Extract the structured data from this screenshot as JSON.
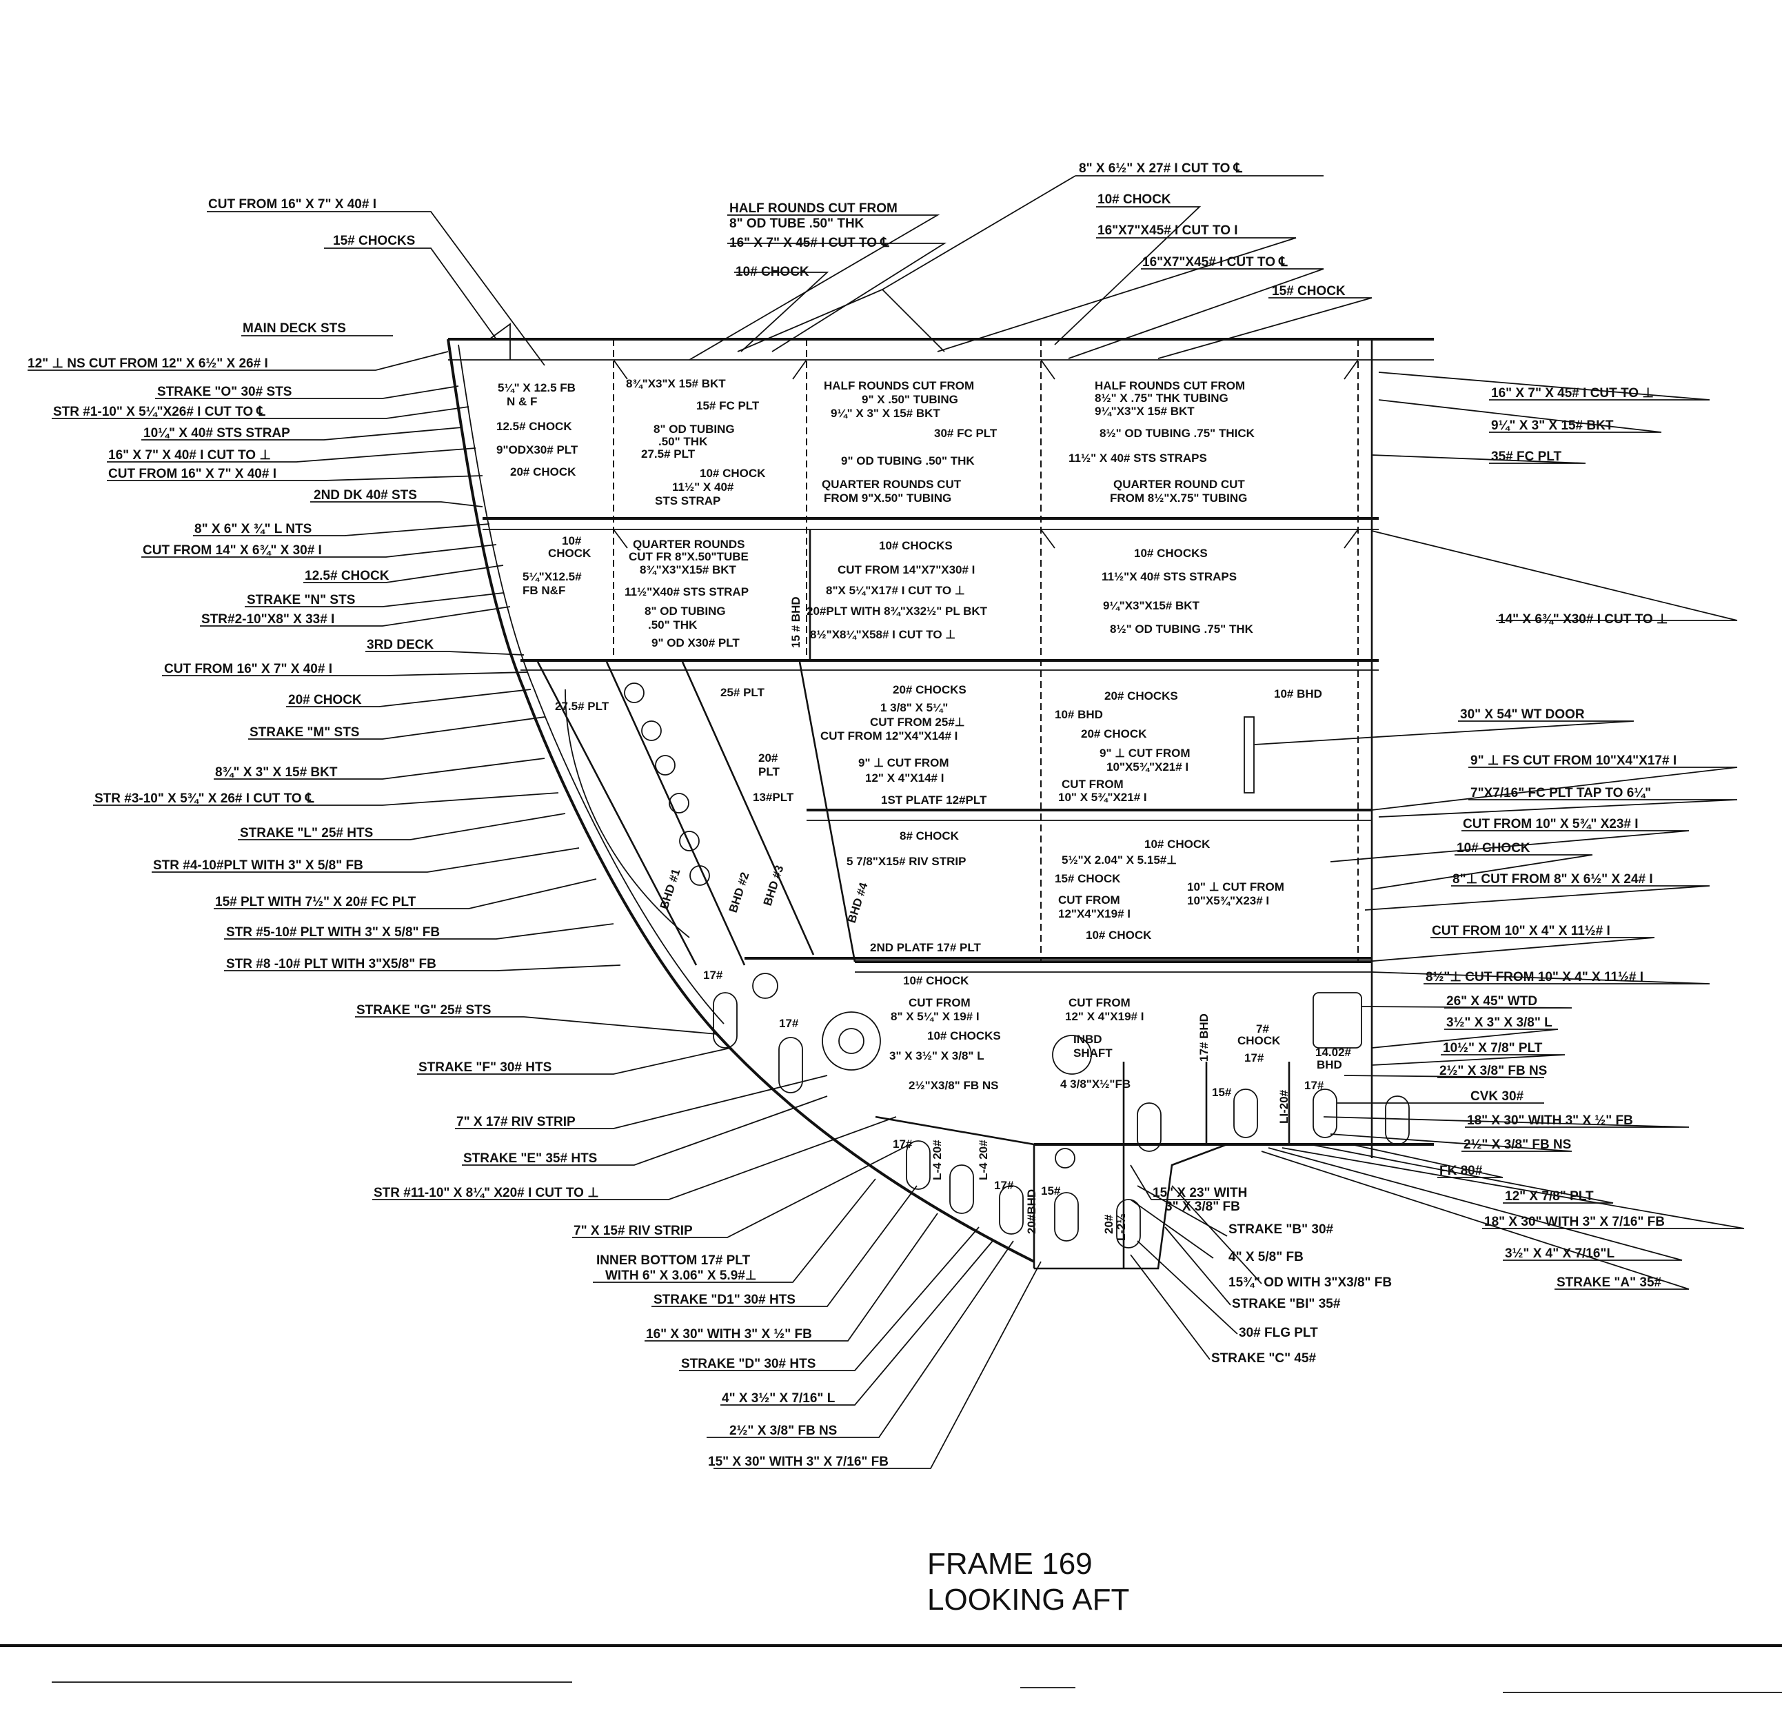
{
  "title": {
    "line1": "FRAME 169",
    "line2": "LOOKING AFT"
  },
  "left_labels": [
    "CUT FROM 16\" X 7\" X 40# I",
    "15# CHOCKS",
    "MAIN DECK STS",
    "12\" ⊥ NS CUT FROM 12\" X 6½\" X 26# I",
    "STRAKE \"O\" 30# STS",
    "STR #1-10\" X 5¼\"X26# I CUT TO ℄",
    "10¼\" X 40# STS STRAP",
    "16\" X 7\" X 40# I CUT TO ⊥",
    "CUT FROM 16\" X 7\" X 40# I",
    "2ND DK 40# STS",
    "8\" X 6\" X ¾\" L NTS",
    "CUT FROM 14\" X 6¾\" X 30# I",
    "12.5# CHOCK",
    "STRAKE \"N\" STS",
    "STR#2-10\"X8\" X 33# I",
    "3RD DECK",
    "CUT FROM 16\" X 7\" X 40# I",
    "20# CHOCK",
    "STRAKE \"M\" STS",
    "8¾\" X 3\" X 15#  BKT",
    "STR #3-10\" X 5¾\" X 26#  I CUT TO ℄",
    "STRAKE \"L\" 25# HTS",
    "STR #4-10#PLT WITH 3\" X 5/8\" FB",
    "15# PLT WITH 7½\" X 20# FC  PLT",
    "STR #5-10# PLT  WITH 3\" X 5/8\" FB",
    "STR #8 -10# PLT  WITH 3\"X5/8\" FB",
    "STRAKE \"G\" 25# STS",
    "STRAKE \"F\" 30# HTS",
    "7\" X 17# RIV STRIP",
    "STRAKE \"E\" 35# HTS",
    "STR #11-10\" X 8¼\" X20# I CUT TO ⊥",
    "7\" X 15# RIV STRIP",
    "INNER  BOTTOM 17# PLT",
    "WITH 6\" X 3.06\" X 5.9#⊥",
    "STRAKE \"D1\" 30# HTS",
    "16\" X 30\" WITH 3\" X ½\" FB",
    "STRAKE \"D\" 30# HTS",
    "4\" X 3½\" X 7/16\" L",
    "2½\" X 3/8\" FB NS",
    "15\" X 30\" WITH 3\" X 7/16\" FB"
  ],
  "top_labels": [
    "8\" X 6½\" X 27# I CUT TO ℄",
    "10# CHOCK",
    "HALF ROUNDS CUT FROM",
    "8\" OD TUBE .50\" THK",
    "16\"X7\"X45# I CUT TO I",
    "16\" X 7\" X 45# I CUT TO ℄",
    "16\"X7\"X45# I CUT TO ℄",
    "10# CHOCK",
    "15# CHOCK"
  ],
  "right_labels": [
    "16\" X 7\" X 45# I CUT TO ⊥",
    "9¼\" X 3\" X 15# BKT",
    "35# FC PLT",
    "14\" X 6¾\" X30# I CUT TO ⊥",
    "30\" X 54\" WT DOOR",
    "9\" ⊥ FS  CUT  FROM  10\"X4\"X17# I",
    "7\"X7/16\" FC PLT  TAP TO 6¼\"",
    "CUT FROM 10\" X 5¾\" X23# I",
    "10# CHOCK",
    "8\"⊥ CUT FROM 8\" X 6½\" X 24# I",
    "CUT  FROM 10\" X 4\" X 11½# I",
    "8½\"⊥ CUT  FROM 10\" X 4\" X 11½# I",
    "26\" X 45\" WTD",
    "3½\" X 3\" X 3/8\" L",
    "10½\" X 7/8\" PLT",
    "2½\" X 3/8\" FB NS",
    "CVK 30#",
    "18\" X 30\" WITH 3\" X ½\" FB",
    "2½\" X 3/8\" FB  NS",
    "FK 80#",
    "12\" X 7/8\" PLT",
    "18\" X 30\" WITH 3\" X 7/16\" FB",
    "3½\" X 4\" X 7/16\"L",
    "STRAKE \"A\" 35#"
  ],
  "bottom_center_labels": [
    "15\" X 23\" WITH",
    "3\" X 3/8\" FB",
    "STRAKE \"B\" 30#",
    "4\" X 5/8\" FB",
    "15¾\" OD WITH 3\"X3/8\" FB",
    "STRAKE \"BI\" 35#",
    "30# FLG PLT",
    "STRAKE \"C\" 45#"
  ],
  "inner_labels": [
    "5¼\" X 12.5 FB",
    "N & F",
    "12.5# CHOCK",
    "9\"ODX30# PLT",
    "20# CHOCK",
    "8¾\"X3\"X 15# BKT",
    "15# FC PLT",
    "8\" OD TUBING",
    ".50\" THK",
    "27.5# PLT",
    "10# CHOCK",
    "11½\" X 40#",
    "STS STRAP",
    "HALF ROUNDS CUT FROM",
    "9\" X .50\" TUBING",
    "9¼\" X 3\" X 15# BKT",
    "30# FC  PLT",
    "9\" OD TUBING .50\" THK",
    "QUARTER ROUNDS CUT",
    "FROM 9\"X.50\" TUBING",
    "HALF ROUNDS CUT FROM",
    "8½\" X .75\" THK TUBING",
    "9¼\"X3\"X 15# BKT",
    "8½\" OD TUBING .75\" THICK",
    "11½\" X 40# STS STRAPS",
    "QUARTER ROUND CUT",
    "FROM 8½\"X.75\" TUBING",
    "10#",
    "CHOCK",
    "5¼\"X12.5#",
    "FB  N&F",
    "QUARTER ROUNDS",
    "CUT FR 8\"X.50\"TUBE",
    "8¾\"X3\"X15# BKT",
    "11½\"X40# STS STRAP",
    "8\" OD TUBING",
    ".50\" THK",
    "9\" OD X30# PLT",
    "10# CHOCKS",
    "CUT FROM 14\"X7\"X30# I",
    "8\"X 5¼\"X17# I CUT TO ⊥",
    "20#PLT WITH  8¾\"X32½\" PL  BKT",
    "8½\"X8¼\"X58# I CUT TO ⊥",
    "10# CHOCKS",
    "11½\"X 40# STS STRAPS",
    "9¼\"X3\"X15# BKT",
    "8½\" OD TUBING .75\" THK",
    "15 # BHD",
    "27.5# PLT",
    "25# PLT",
    "20# CHOCKS",
    "1 3/8\" X 5¼\"",
    "CUT FROM 25#⊥",
    "CUT  FROM 12\"X4\"X14# I",
    "20# CHOCKS",
    "10# BHD",
    "20# CHOCK",
    "10# BHD",
    "20#",
    "PLT",
    "13#PLT",
    "9\" ⊥ CUT FROM",
    "12\" X 4\"X14# I",
    "1ST PLATF 12#PLT",
    "9\" ⊥ CUT FROM",
    "10\"X5¾\"X21# I",
    "CUT FROM",
    "10\" X 5¾\"X21# I",
    "8# CHOCK",
    "5 7/8\"X15# RIV STRIP",
    "10# CHOCK",
    "5½\"X 2.04\" X 5.15#⊥",
    "15# CHOCK",
    "10\" ⊥ CUT FROM",
    "10\"X5¾\"X23# I",
    "CUT  FROM",
    "12\"X4\"X19# I",
    "10# CHOCK",
    "BHD #1",
    "BHD #2",
    "BHD #3",
    "BHD #4",
    "2ND PLATF  17# PLT",
    "10# CHOCK",
    "CUT  FROM",
    "8\" X 5¼\" X 19# I",
    "10# CHOCKS",
    "3\" X 3½\" X 3/8\" L",
    "2½\"X3/8\" FB NS",
    "CUT  FROM",
    "12\" X 4\"X19# I",
    "INBD",
    "SHAFT",
    "4 3/8\"X½\"FB",
    "17#",
    "17#",
    "17# BHD",
    "7#",
    "CHOCK",
    "17#",
    "14.02#",
    "BHD",
    "15#",
    "LI-20#",
    "17#",
    "17#",
    "L-4 20#",
    "L-4 20#",
    "17#",
    "20#BHD",
    "15#",
    "L-2½",
    "20#"
  ]
}
